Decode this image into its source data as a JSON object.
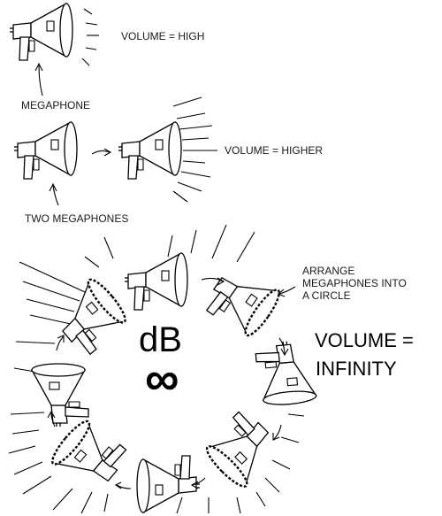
{
  "labels": {
    "volume_high": "VOLUME = HIGH",
    "megaphone": "MEGAPHONE",
    "volume_higher": "VOLUME = HIGHER",
    "two_megaphones": "TWO MEGAPHONES",
    "arrange_line1": "ARRANGE",
    "arrange_line2": "MEGAPHONES INTO",
    "arrange_line3": "A CIRCLE",
    "volume_infinity_line1": "VOLUME =",
    "volume_infinity_line2": "INFINITY",
    "decibel": "dB",
    "infinity_symbol": "∞"
  },
  "icons": {
    "megaphone": "megaphone-icon",
    "arrow": "arrow-icon",
    "sound_waves": "sound-wave-icon"
  },
  "colors": {
    "ink": "#000000",
    "background": "#ffffff"
  }
}
